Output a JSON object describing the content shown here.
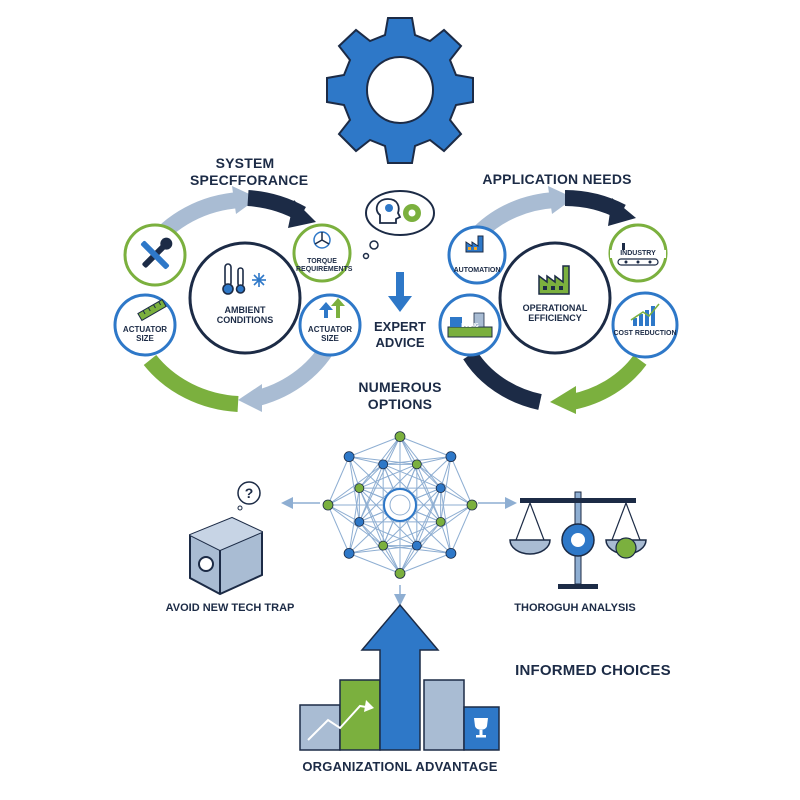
{
  "colors": {
    "navy": "#1c2b46",
    "blue": "#2e78c8",
    "light_blue": "#8eaed2",
    "green": "#7bb03e",
    "gray_blue": "#a9bcd3"
  },
  "top": {
    "icon": "gear-icon"
  },
  "left_cycle": {
    "title_line1": "SYSTEM",
    "title_line2": "SPECFFORANCE",
    "center_label_line1": "AMBIENT",
    "center_label_line2": "CONDITIONS",
    "nodes": [
      {
        "icon": "wrench-screwdriver-icon",
        "label": ""
      },
      {
        "icon": "fan-icon",
        "label_line1": "TORQUE",
        "label_line2": "REQUIREMENTS"
      },
      {
        "icon": "arrows-up-icon",
        "label_line1": "ACTUATOR",
        "label_line2": "SIZE"
      },
      {
        "icon": "ruler-icon",
        "label_line1": "ACTUATOR",
        "label_line2": "SIZE"
      }
    ]
  },
  "middle": {
    "expert_line1": "EXPERT",
    "expert_line2": "ADVICE",
    "options_line1": "NUMEROUS",
    "options_line2": "OPTIONS"
  },
  "right_cycle": {
    "title": "APPLICATION NEEDS",
    "center_label_line1": "OPERATIONAL",
    "center_label_line2": "EFFICIENCY",
    "nodes": [
      {
        "icon": "factory-icon",
        "label": "AUTOMATION"
      },
      {
        "icon": "conveyor-icon",
        "label": "INDUSTRY"
      },
      {
        "icon": "bar-chart-icon",
        "label": "COST REDUCTION"
      },
      {
        "icon": "production-line-icon",
        "label": "BSLNG"
      }
    ]
  },
  "bottom": {
    "left_label": "AVOID NEW TECH TRAP",
    "right_label": "THOROGUH ANALYSIS",
    "informed": "INFORMED CHOICES",
    "advantage": "ORGANIZATIONL ADVANTAGE"
  }
}
